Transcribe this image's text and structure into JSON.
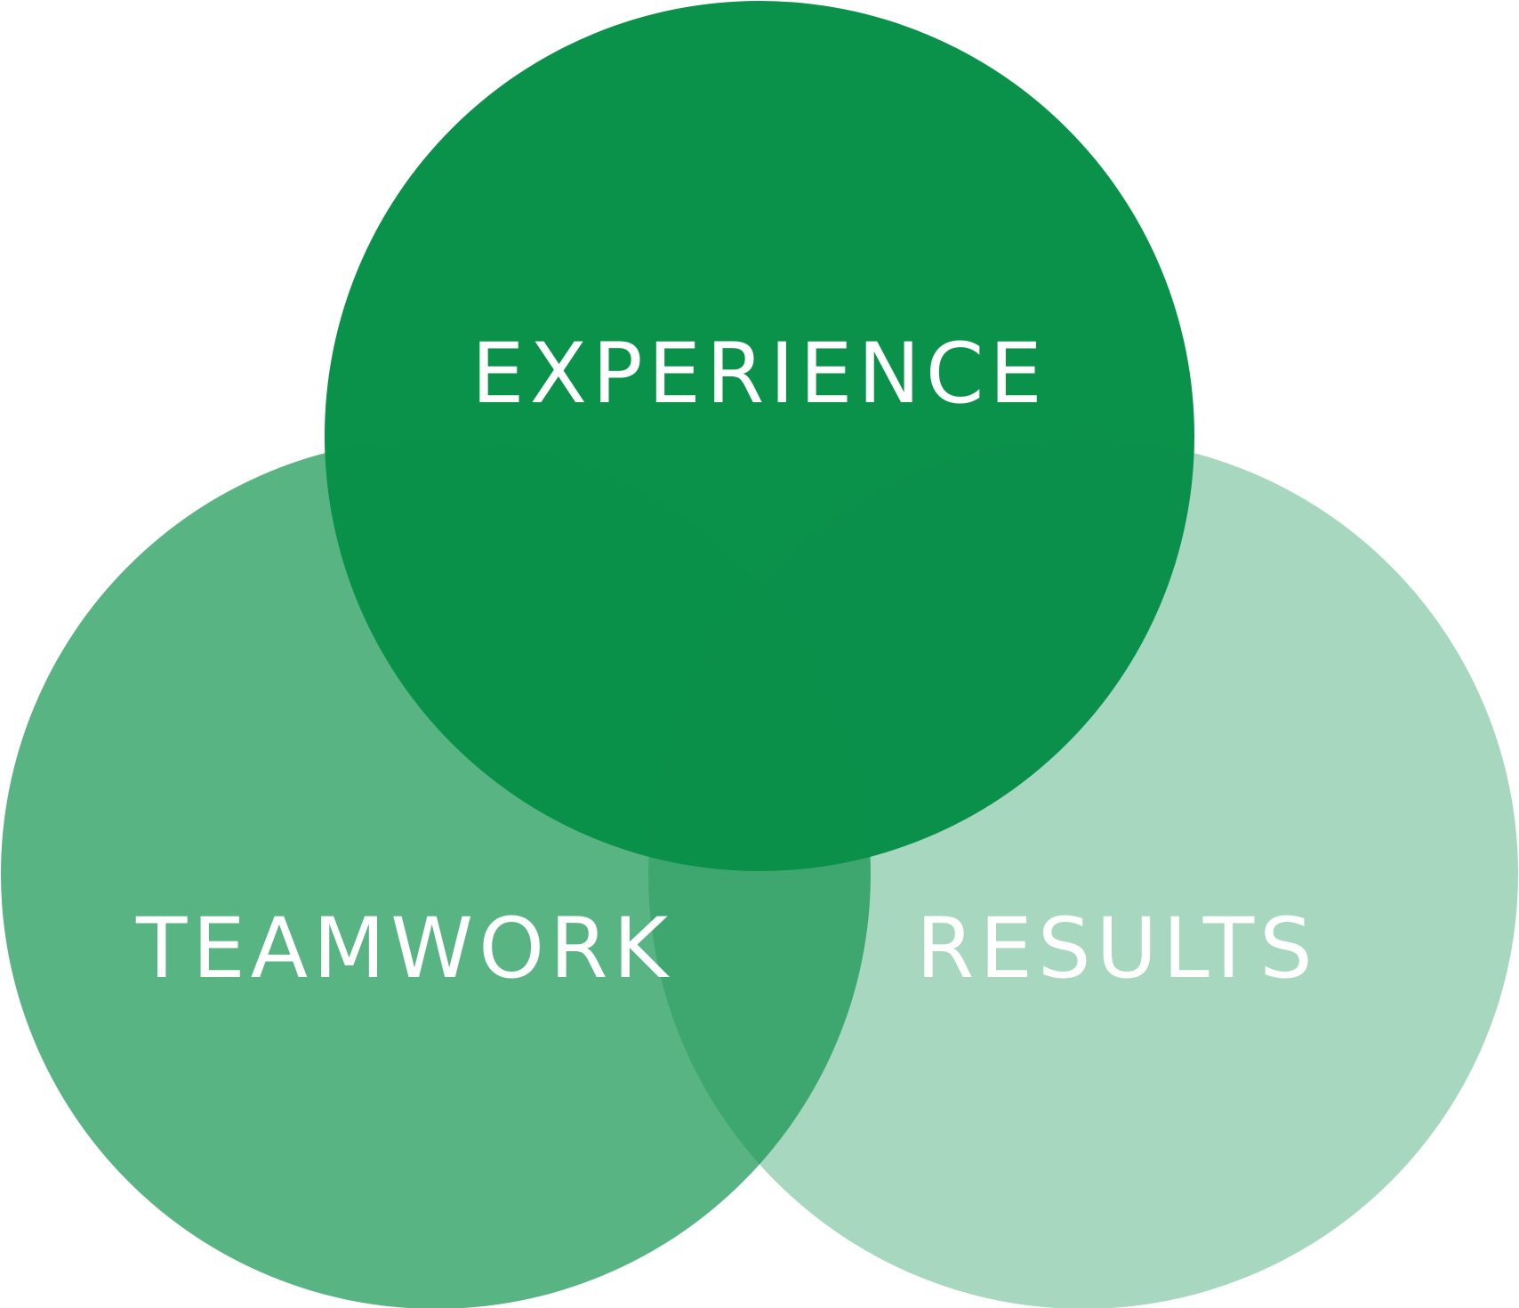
{
  "diagram": {
    "type": "venn",
    "sets": [
      {
        "id": "experience",
        "label": "EXPERIENCE",
        "color": "#0a914a",
        "opacity": 1.0
      },
      {
        "id": "teamwork",
        "label": "TEAMWORK",
        "color": "#0a914a",
        "opacity": 0.68
      },
      {
        "id": "results",
        "label": "RESULTS",
        "color": "#0a914a",
        "opacity": 0.36
      }
    ]
  }
}
